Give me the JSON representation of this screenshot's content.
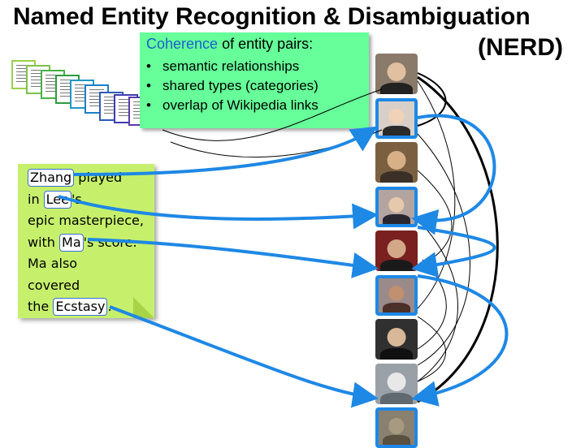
{
  "title": "Named Entity Recognition & Disambiguation",
  "title_suffix": "(NERD)",
  "coherence": {
    "keyword": "Coherence",
    "heading_rest": " of entity pairs:",
    "bullets": [
      "semantic relationships",
      "shared types (categories)",
      "overlap of Wikipedia links"
    ],
    "bullet_glyph": "•"
  },
  "note": {
    "lines": [
      {
        "pre": "",
        "mention": "Zhang",
        "post": " played"
      },
      {
        "pre": "in ",
        "mention": "Lee",
        "post": "'s"
      },
      {
        "pre": "epic masterpiece,",
        "mention": "",
        "post": ""
      },
      {
        "pre": "with ",
        "mention": "Ma",
        "post": "'s score."
      },
      {
        "pre": "Ma also",
        "mention": "",
        "post": ""
      },
      {
        "pre": "covered",
        "mention": "",
        "post": ""
      },
      {
        "pre": "the ",
        "mention": "Ecstasy",
        "post": "."
      }
    ]
  },
  "doc_colors": [
    "#9ad14a",
    "#7cc24a",
    "#4bb04a",
    "#2e9c3f",
    "#2196c8",
    "#1d7fc4",
    "#2e5bb7",
    "#3d3db0",
    "#5a3aa8"
  ],
  "candidate_colors": {
    "selected_border": "#1e88e5",
    "arrow": "#1e88e5",
    "relation": "#000000"
  },
  "candidates": [
    {
      "name": "candidate-1",
      "selected": false,
      "bg": "#8a7a6a",
      "face": "#e0c0a0",
      "body": "#222222"
    },
    {
      "name": "candidate-2",
      "selected": true,
      "bg": "#d8d0c8",
      "face": "#f0d2b8",
      "body": "#2a2a2a"
    },
    {
      "name": "candidate-3",
      "selected": false,
      "bg": "#7a6040",
      "face": "#d8b088",
      "body": "#3a3028"
    },
    {
      "name": "candidate-4",
      "selected": true,
      "bg": "#b4a4a0",
      "face": "#e6c8ac",
      "body": "#2a2630"
    },
    {
      "name": "candidate-5",
      "selected": false,
      "bg": "#7a2020",
      "face": "#d2a888",
      "body": "#1a1a1a"
    },
    {
      "name": "candidate-6",
      "selected": true,
      "bg": "#9a8a8a",
      "face": "#c09070",
      "body": "#4a3028"
    },
    {
      "name": "candidate-7",
      "selected": false,
      "bg": "#303030",
      "face": "#d8b898",
      "body": "#101010"
    },
    {
      "name": "candidate-8",
      "selected": false,
      "bg": "#9aa0a8",
      "face": "#e8e8e8",
      "body": "#606870"
    },
    {
      "name": "candidate-9",
      "selected": true,
      "bg": "#8a8070",
      "face": "#a89a80",
      "body": "#5a5040"
    }
  ]
}
